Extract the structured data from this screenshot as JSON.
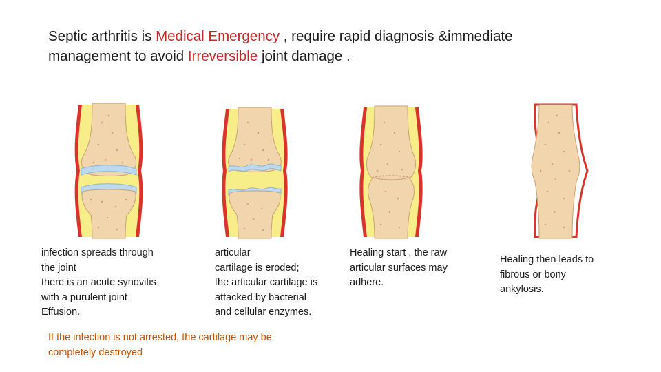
{
  "heading": {
    "line1": {
      "before": "Septic arthritis is ",
      "emphasis": "Medical Emergency",
      "after": " , require rapid diagnosis &immediate"
    },
    "line2": {
      "before": "management to avoid ",
      "emphasis": "Irreversible",
      "after": " joint  damage ."
    },
    "emphasis_color": "#c62828"
  },
  "stages": [
    {
      "caption_lines": [
        "infection spreads through",
        "the joint",
        "there is an acute synovitis",
        "with a purulent joint",
        "Effusion."
      ]
    },
    {
      "caption_lines": [
        "articular",
        "cartilage is eroded;",
        "the articular cartilage is",
        "attacked by bacterial",
        "and cellular enzymes."
      ]
    },
    {
      "caption_lines": [
        "Healing start , the raw",
        "articular surfaces may",
        "adhere."
      ]
    },
    {
      "caption_lines": [
        "Healing then leads to",
        "fibrous or  bony",
        "ankylosis."
      ]
    }
  ],
  "footnote": {
    "lines": [
      "If the infection is not arrested, the cartilage may be",
      "completely destroyed"
    ],
    "color": "#c45000"
  },
  "colors": {
    "bone": "#f1d6ad",
    "marrow_dot": "#c9a073",
    "capsule": "#d9342b",
    "effusion": "#f7ee8a",
    "cartilage": "#bcd9ef"
  }
}
